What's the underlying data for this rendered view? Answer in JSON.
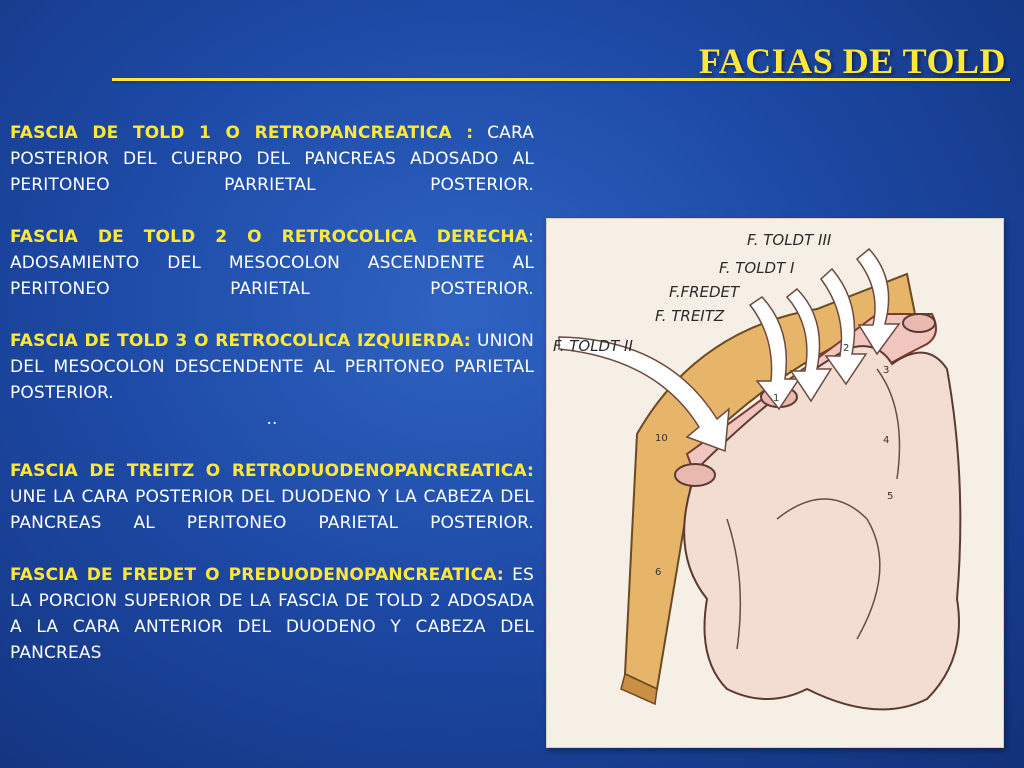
{
  "title": "FACIAS DE TOLD",
  "paragraphs": [
    {
      "term": "FASCIA DE TOLD 1 O RETROPANCREATICA :",
      "body": " CARA POSTERIOR DEL CUERPO DEL PANCREAS ADOSADO AL PERITONEO PARRIETAL POSTERIOR."
    },
    {
      "term": "FASCIA DE TOLD 2 O RETROCOLICA DERECHA",
      "body": ": ADOSAMIENTO DEL MESOCOLON ASCENDENTE AL PERITONEO PARIETAL POSTERIOR."
    },
    {
      "term": "FASCIA DE TOLD 3 O RETROCOLICA IZQUIERDA:",
      "body": " UNION DEL MESOCOLON DESCENDENTE AL PERITONEO PARIETAL POSTERIOR."
    },
    {
      "term": "FASCIA DE TREITZ O RETRODUODENOPANCREATICA:",
      "body": " UNE LA CARA POSTERIOR DEL DUODENO Y LA CABEZA DEL PANCREAS AL PERITONEO PARIETAL POSTERIOR."
    },
    {
      "term": "FASCIA DE FREDET O PREDUODENOPANCREATICA:",
      "body": " ES LA PORCION SUPERIOR DE LA FASCIA DE TOLD 2 ADOSADA  A LA CARA ANTERIOR DEL DUODENO Y CABEZA DEL PANCREAS"
    }
  ],
  "separator": "..",
  "figure": {
    "labels": {
      "toldt3": "F. TOLDT III",
      "toldt1": "F. TOLDT I",
      "fredet": "F.FREDET",
      "treitz": "F. TREITZ",
      "toldt2": "F. TOLDT II"
    },
    "numbers": [
      "1",
      "2",
      "3",
      "4",
      "5",
      "6",
      "10"
    ]
  },
  "colors": {
    "accent": "#ffe838",
    "background": "#1d4aa6"
  }
}
